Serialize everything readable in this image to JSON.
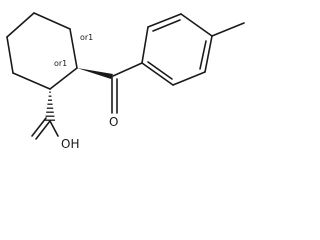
{
  "molecule": {
    "stereo_labels": {
      "c1": "or1",
      "c2": "or1"
    },
    "atoms": {
      "carbonyl_oxygen": "O",
      "hydroxyl": "OH"
    }
  }
}
